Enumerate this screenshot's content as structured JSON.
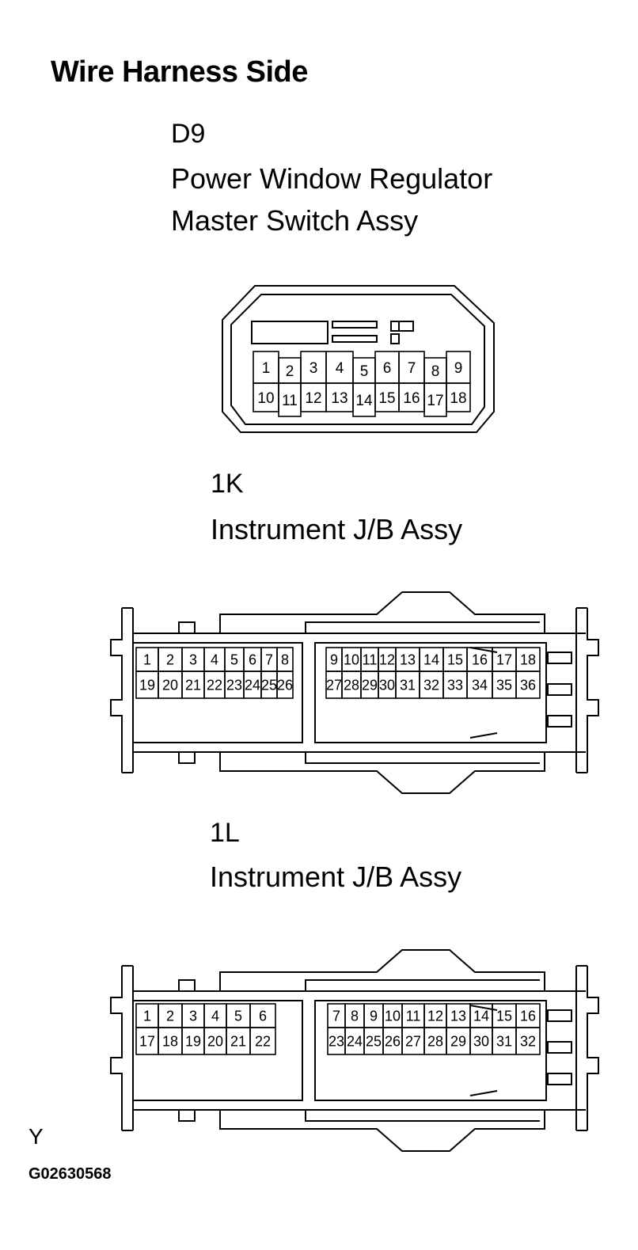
{
  "heading": "Wire Harness Side",
  "connectors": [
    {
      "code": "D9",
      "name_lines": [
        "Power Window Regulator",
        "Master Switch Assy"
      ],
      "terminals_top": [
        "1",
        "2",
        "3",
        "4",
        "5",
        "6",
        "7",
        "8",
        "9"
      ],
      "terminals_bottom": [
        "10",
        "11",
        "12",
        "13",
        "14",
        "15",
        "16",
        "17",
        "18"
      ]
    },
    {
      "code": "1K",
      "name_lines": [
        "Instrument J/B Assy"
      ],
      "terminals_top": [
        "1",
        "2",
        "3",
        "4",
        "5",
        "6",
        "7",
        "8",
        "9",
        "10",
        "11",
        "12",
        "13",
        "14",
        "15",
        "16",
        "17",
        "18"
      ],
      "terminals_bottom": [
        "19",
        "20",
        "21",
        "22",
        "23",
        "24",
        "25",
        "26",
        "27",
        "28",
        "29",
        "30",
        "31",
        "32",
        "33",
        "34",
        "35",
        "36"
      ]
    },
    {
      "code": "1L",
      "name_lines": [
        "Instrument J/B Assy"
      ],
      "terminals_top": [
        "1",
        "2",
        "3",
        "4",
        "5",
        "6",
        "7",
        "8",
        "9",
        "10",
        "11",
        "12",
        "13",
        "14",
        "15",
        "16"
      ],
      "terminals_bottom": [
        "17",
        "18",
        "19",
        "20",
        "21",
        "22",
        "23",
        "24",
        "25",
        "26",
        "27",
        "28",
        "29",
        "30",
        "31",
        "32"
      ]
    }
  ],
  "footer": {
    "letter": "Y",
    "figure_id": "G02630568"
  }
}
